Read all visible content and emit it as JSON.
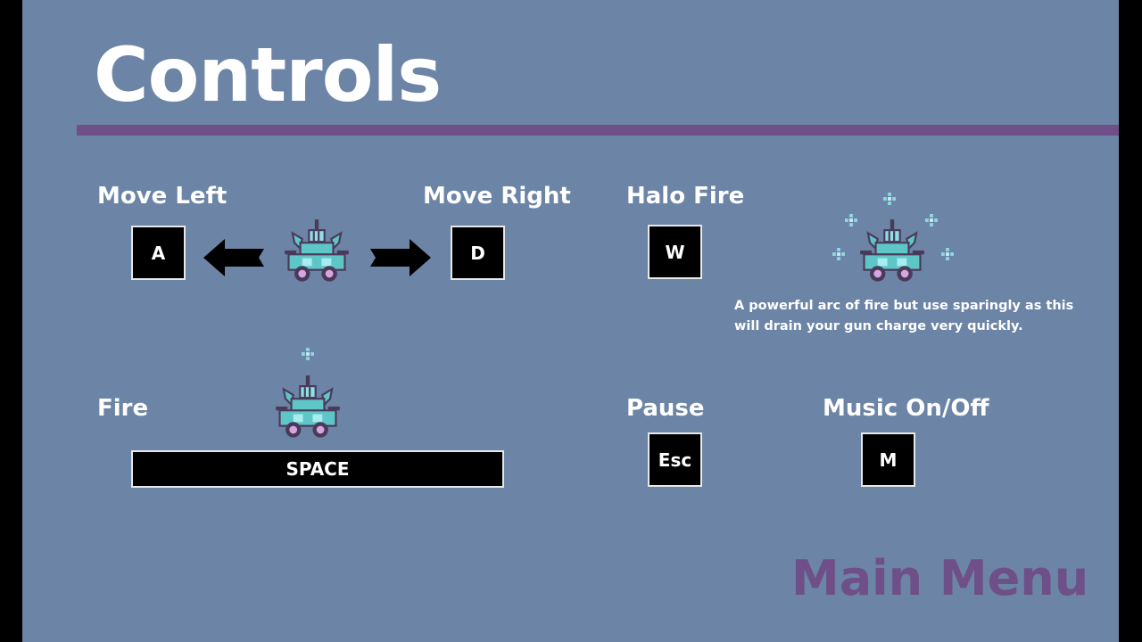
{
  "title": "Controls",
  "controls": {
    "move_left": {
      "label": "Move Left",
      "key": "A"
    },
    "move_right": {
      "label": "Move Right",
      "key": "D"
    },
    "halo_fire": {
      "label": "Halo Fire",
      "key": "W",
      "description": "A powerful arc of fire but use sparingly as this will drain your gun charge very quickly."
    },
    "fire": {
      "label": "Fire",
      "key": "SPACE"
    },
    "pause": {
      "label": "Pause",
      "key": "Esc"
    },
    "music": {
      "label": "Music On/Off",
      "key": "M"
    }
  },
  "main_menu_label": "Main Menu",
  "colors": {
    "background": "#6c84a6",
    "accent": "#6e4f87",
    "key_fill": "#000000",
    "text": "#ffffff",
    "vehicle_body": "#5fc6c8",
    "vehicle_outline": "#4a3a5a",
    "sparkle": "#8fd8e0"
  },
  "icons": [
    "left-arrow-icon",
    "right-arrow-icon",
    "tank-vehicle-icon",
    "sparkle-icon"
  ]
}
